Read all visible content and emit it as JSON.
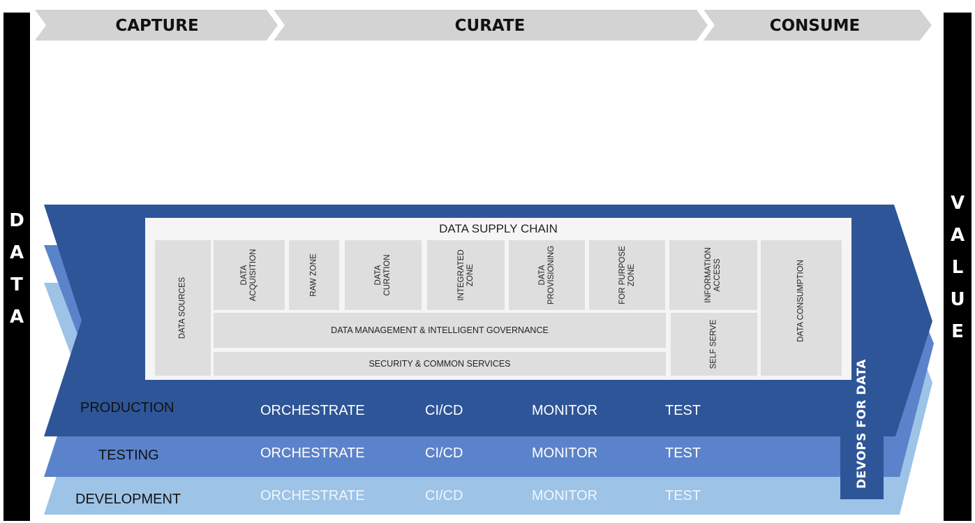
{
  "phases": [
    "CAPTURE",
    "CURATE",
    "CONSUME"
  ],
  "left_sidebar": {
    "letters": [
      "D",
      "A",
      "T",
      "A"
    ]
  },
  "right_sidebar": {
    "letters": [
      "V",
      "A",
      "L",
      "U",
      "E"
    ]
  },
  "panel": {
    "title": "DATA SUPPLY CHAIN",
    "columns": [
      "DATA SOURCES",
      "DATA\nACQUISITION",
      "RAW ZONE",
      "DATA\nCURATION",
      "INTEGRATED\nZONE",
      "DATA\nPROVISIONING",
      "FOR PURPOSE\nZONE",
      "INFORMATION\nACCESS",
      "DATA CONSUMPTION"
    ],
    "governance": "DATA MANAGEMENT & INTELLIGENT GOVERNANCE",
    "security": "SECURITY & COMMON SERVICES",
    "self_serve": "SELF SERVE"
  },
  "environments": [
    {
      "name": "PRODUCTION",
      "color": "#2e5597",
      "items": [
        "ORCHESTRATE",
        "CI/CD",
        "MONITOR",
        "TEST"
      ]
    },
    {
      "name": "TESTING",
      "color": "#5b83cb",
      "items": [
        "ORCHESTRATE",
        "CI/CD",
        "MONITOR",
        "TEST"
      ]
    },
    {
      "name": "DEVELOPMENT",
      "color": "#9dc3e7",
      "items": [
        "ORCHESTRATE",
        "CI/CD",
        "MONITOR",
        "TEST"
      ]
    }
  ],
  "devops_arrow": {
    "label": "DEVOPS FOR DATA",
    "color": "#2e5597"
  },
  "colors": {
    "phase_arrow": "#d3d3d3",
    "sidebar": "#000000"
  }
}
